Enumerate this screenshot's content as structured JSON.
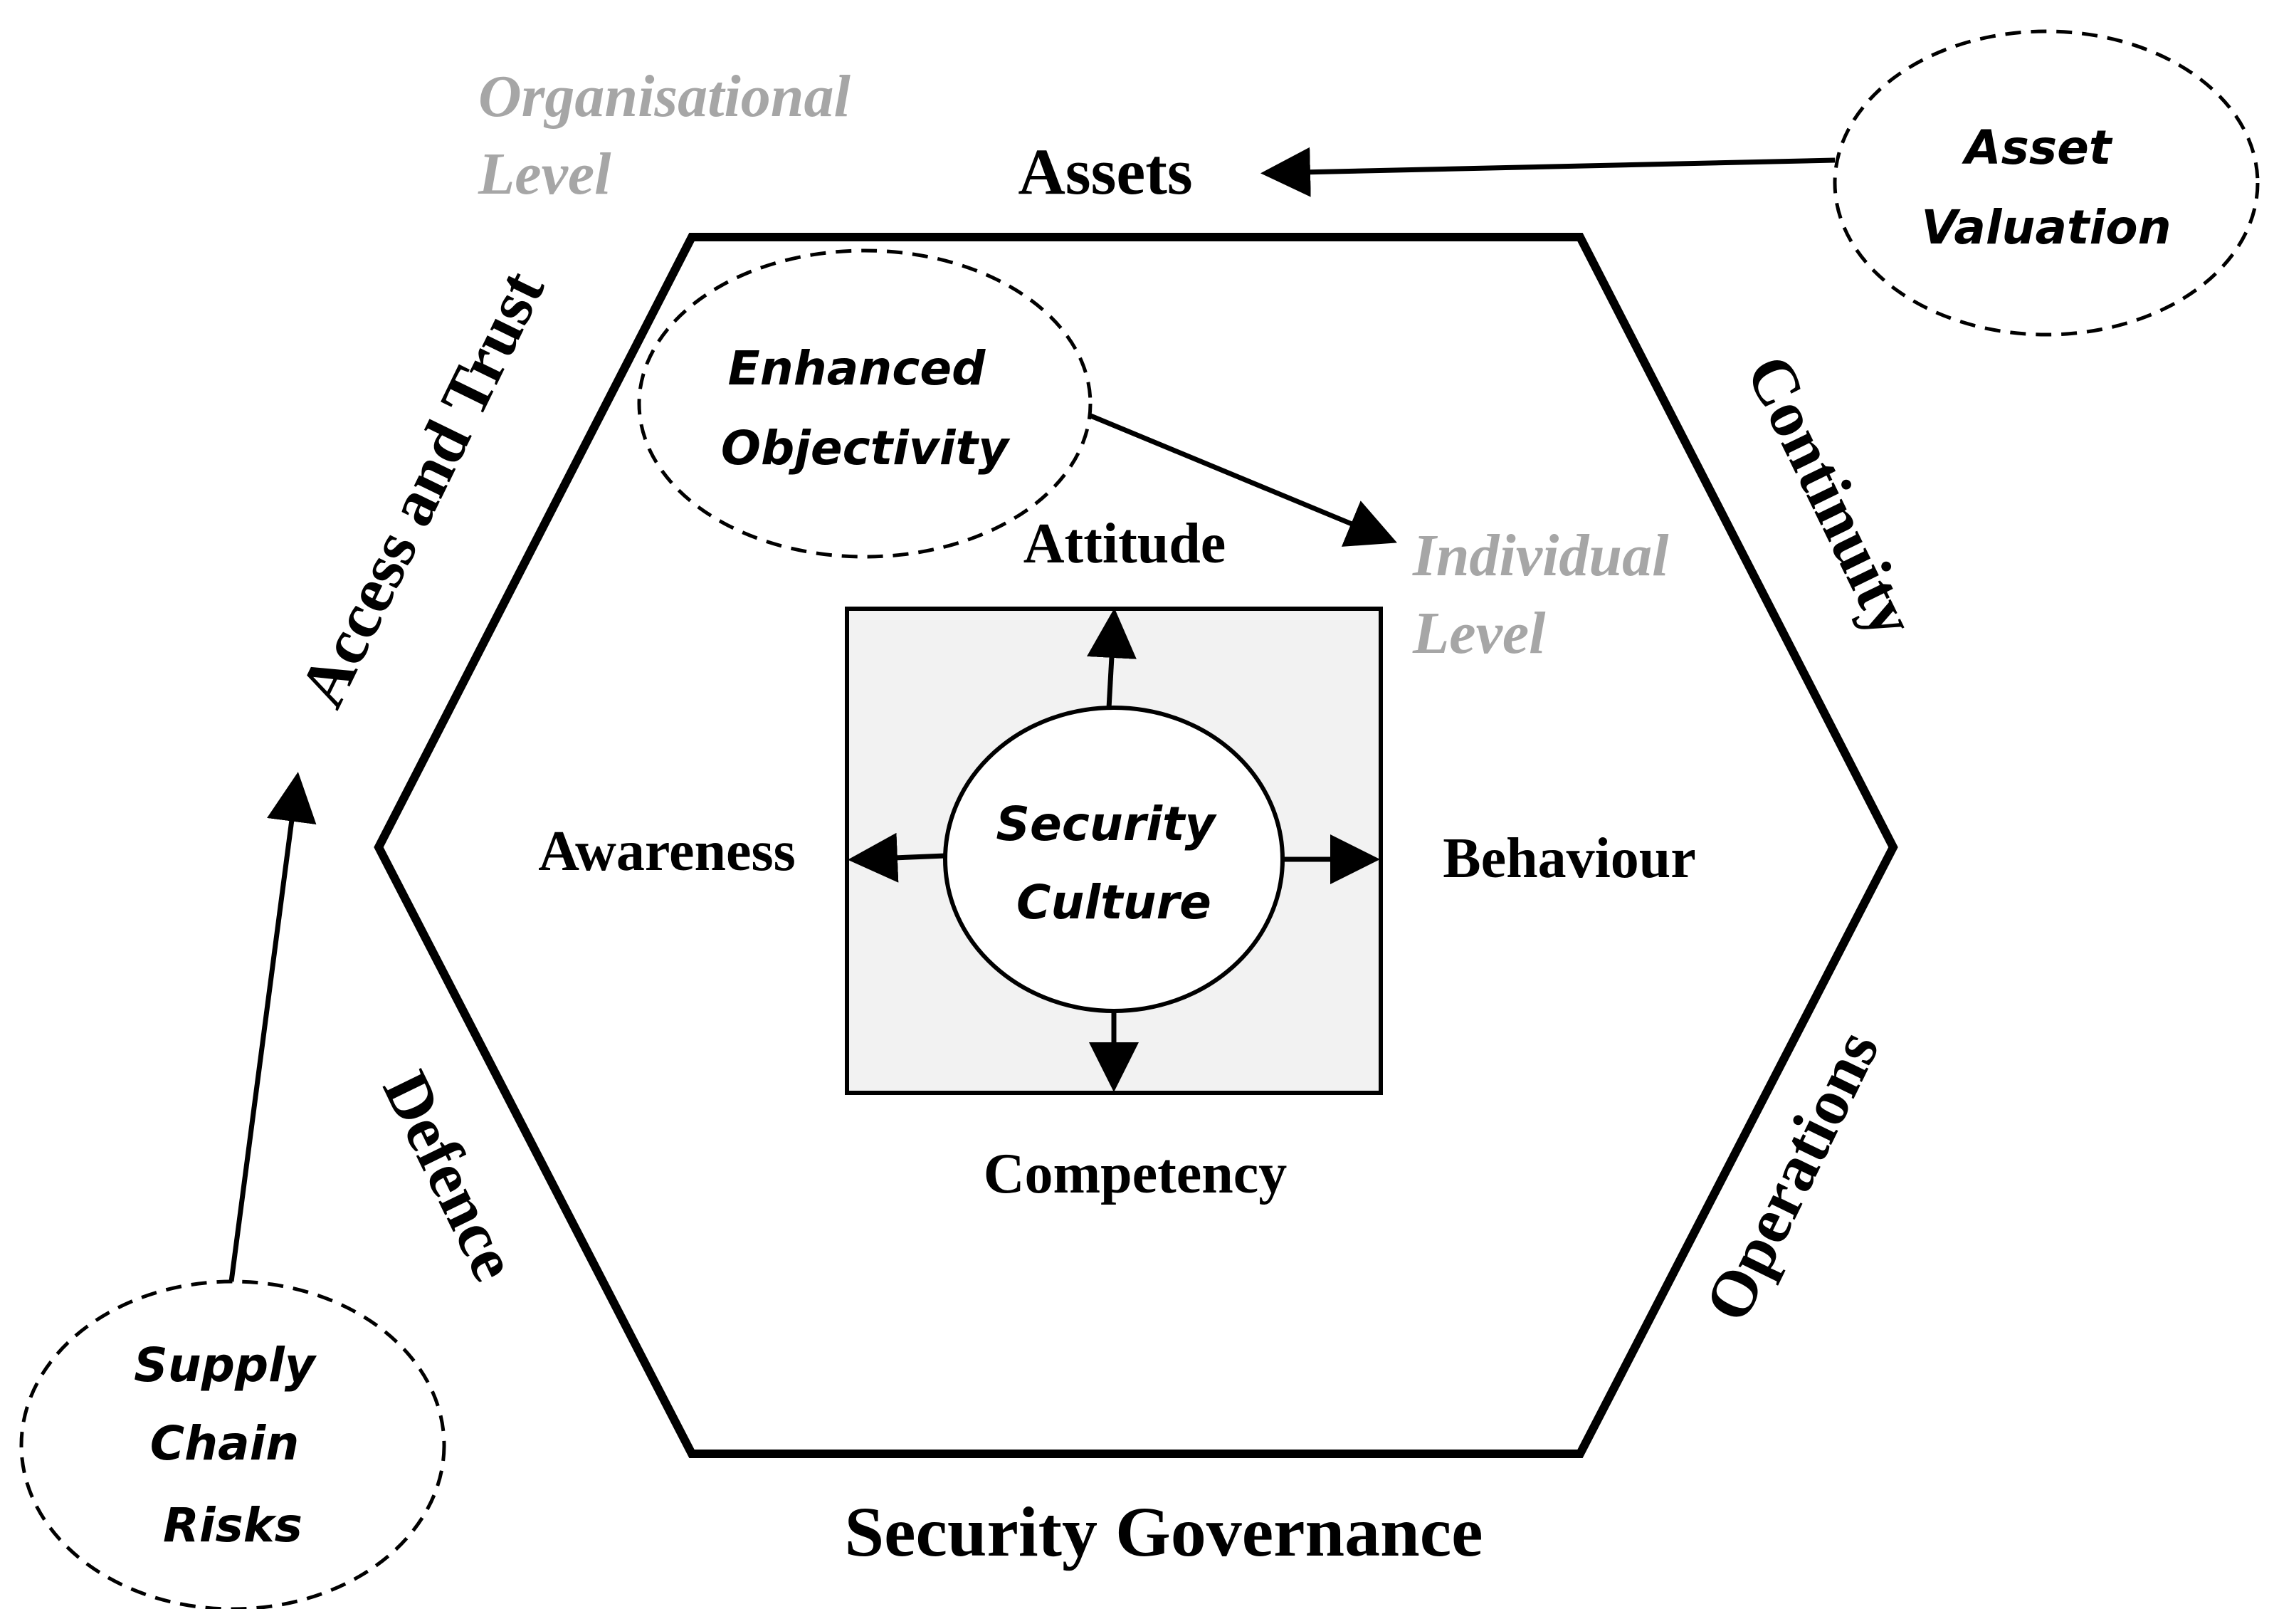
{
  "hexagon": {
    "sides": {
      "top": "Assets",
      "upper_left": "Access and Trust",
      "upper_right": "Continuity",
      "lower_left": "Defence",
      "lower_right": "Operations",
      "bottom": "Security Governance"
    }
  },
  "levels": {
    "organisational": [
      "Organisational",
      "Level"
    ],
    "individual": [
      "Individual",
      "Level"
    ]
  },
  "core": {
    "center": [
      "Security",
      "Culture"
    ],
    "attitude": "Attitude",
    "awareness": "Awareness",
    "behaviour": "Behaviour",
    "competency": "Competency"
  },
  "external": {
    "asset_valuation": [
      "Asset",
      "Valuation"
    ],
    "enhanced_objectivity": [
      "Enhanced",
      "Objectivity"
    ],
    "supply_chain_risks": [
      "Supply",
      "Chain",
      "Risks"
    ]
  },
  "colors": {
    "stroke": "#000000",
    "level_text": "#a6a6a6",
    "box_fill": "#f2f2f2",
    "background": "#ffffff"
  }
}
